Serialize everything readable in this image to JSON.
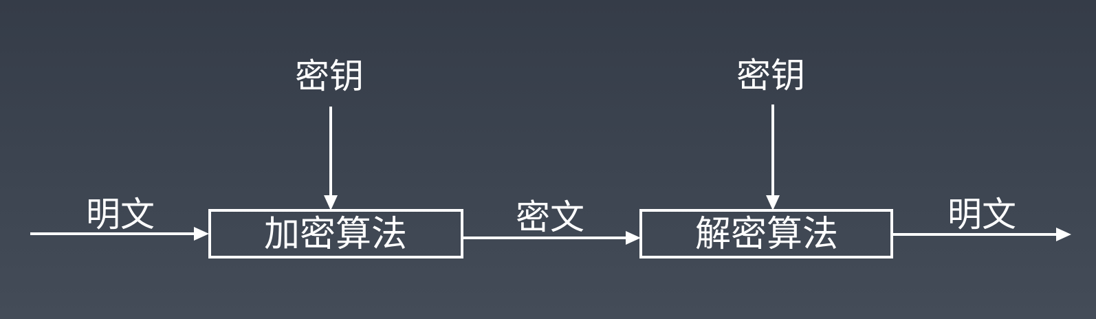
{
  "diagram": {
    "plaintext_in_label": "明文",
    "key_encrypt_label": "密钥",
    "encrypt_box_label": "加密算法",
    "ciphertext_label": "密文",
    "key_decrypt_label": "密钥",
    "decrypt_box_label": "解密算法",
    "plaintext_out_label": "明文"
  },
  "colors": {
    "background_top": "#353c48",
    "background_bottom": "#444c58",
    "foreground": "#ffffff"
  }
}
